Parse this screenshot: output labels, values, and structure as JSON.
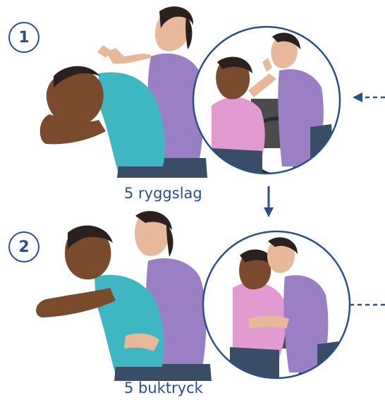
{
  "steps": [
    {
      "number": "1",
      "caption": "5 ryggslag"
    },
    {
      "number": "2",
      "caption": "5 buktryck"
    }
  ],
  "colors": {
    "accent": "#2b4f8c",
    "circle_border": "#2b4f8c",
    "skin_dark": "#7a4a2c",
    "skin_light": "#e8b89a",
    "shirt_teal": "#3fb7c2",
    "shirt_purple": "#9a7fc4",
    "shirt_pink": "#e29bd0",
    "hair": "#2a211d",
    "jeans": "#3a4d66",
    "wheelchair": "#2b2b2b"
  },
  "icons": [
    "arrow-down-icon",
    "arrow-left-icon"
  ]
}
